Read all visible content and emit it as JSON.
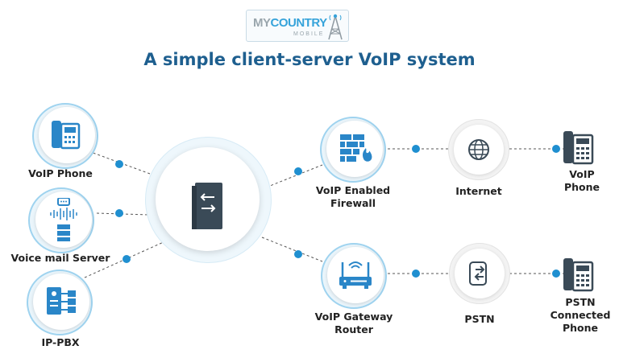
{
  "logo": {
    "brand_part1": "MY",
    "brand_part2": "COUNTRY",
    "sub": "MOBILE"
  },
  "title": "A simple client-server VoIP system",
  "nodes": {
    "voip_phone_left": "VoIP Phone",
    "voicemail_server": "Voice mail Server",
    "ip_pbx": "IP-PBX",
    "firewall": "VoIP Enabled\nFirewall",
    "internet": "Internet",
    "voip_phone_right": "VoIP\nPhone",
    "gateway_router": "VoIP Gateway\nRouter",
    "pstn": "PSTN",
    "pstn_phone": "PSTN\nConnected\nPhone"
  },
  "colors": {
    "title": "#1e5f8f",
    "accent": "#1f8fd0",
    "icon_dark": "#3a4a57",
    "icon_blue": "#2a86c8",
    "halo": "#e8f4fb"
  }
}
